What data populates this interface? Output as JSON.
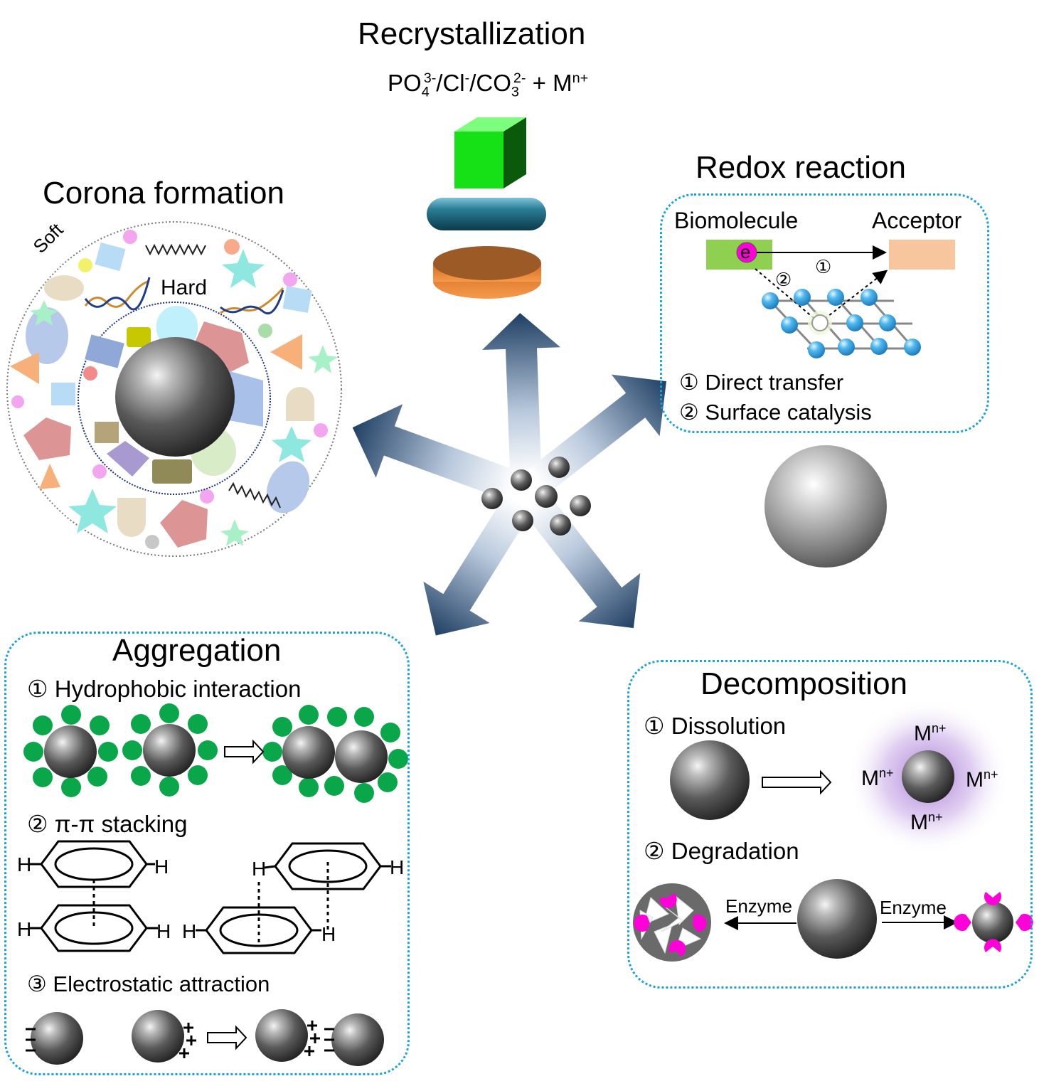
{
  "recrystallization": {
    "title": "Recrystallization",
    "formula_part1": "PO",
    "formula_sub1": "4",
    "formula_sup1": "3-",
    "formula_part2": "/Cl",
    "formula_sup2": "-",
    "formula_part3": "/CO",
    "formula_sub3": "3",
    "formula_sup3": "2-",
    "formula_part4": " + M",
    "formula_sup4": "n+"
  },
  "corona": {
    "title": "Corona formation",
    "soft_label": "Soft",
    "hard_label": "Hard"
  },
  "redox": {
    "title": "Redox reaction",
    "biomolecule_label": "Biomolecule",
    "acceptor_label": "Acceptor",
    "electron_label": "e",
    "path1_marker": "①",
    "path2_marker": "②",
    "items": [
      "① Direct transfer",
      "② Surface catalysis"
    ]
  },
  "aggregation": {
    "title": "Aggregation",
    "item1": "① Hydrophobic interaction",
    "item2": "②  π-π stacking",
    "item3": "③  Electrostatic attraction",
    "h_label": "H"
  },
  "decomposition": {
    "title": "Decomposition",
    "item1": "① Dissolution",
    "item2": "② Degradation",
    "ion_base": "M",
    "ion_sup": "n+",
    "enzyme_label": "Enzyme"
  },
  "colors": {
    "box_border": "#1aa3d9",
    "arrow_dark": "#1f3f63",
    "green_ligand": "#0aa64a",
    "magenta": "#ff00d8",
    "cube_green": "#16e016",
    "disk_orange": "#e8843a",
    "rod_teal": "#1d6f86"
  }
}
